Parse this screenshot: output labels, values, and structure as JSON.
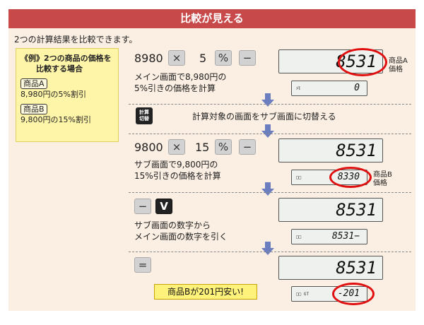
{
  "title": "比較が見える",
  "intro": "2つの計算結果を比較できます。",
  "example": {
    "head_line1": "《例》2つの商品の価格を",
    "head_line2": "比較する場合",
    "item_a_tag": "商品A",
    "item_a_desc": "8,980円の5%割引",
    "item_b_tag": "商品B",
    "item_b_desc": "9,800円の15%割引"
  },
  "step1": {
    "number": "8980",
    "key_times": "×",
    "percent_value": "5",
    "key_percent": "%",
    "key_minus": "−",
    "text_line1": "メイン画面で8,980円の",
    "text_line2": "5%引きの価格を計算",
    "main_display": "8531",
    "sub_display": "0",
    "sub_tag": "ﾒﾓ",
    "side_label_line1": "商品A",
    "side_label_line2": "価格"
  },
  "switch_step": {
    "icon_line1": "計算",
    "icon_line2": "切替",
    "text": "計算対象の画面をサブ画面に切替える"
  },
  "step2": {
    "number": "9800",
    "key_times": "×",
    "percent_value": "15",
    "key_percent": "%",
    "key_minus": "−",
    "text_line1": "サブ画面で9,800円の",
    "text_line2": "15%引きの価格を計算",
    "main_display": "8531",
    "sub_display": "8330",
    "sub_tag": "□□",
    "side_label_line1": "商品B",
    "side_label_line2": "価格"
  },
  "step3": {
    "key_minus": "−",
    "key_check": "V",
    "text_line1": "サブ画面の数字から",
    "text_line2": "メイン画面の数字を引く",
    "main_display": "8531",
    "sub_display": "8531−",
    "sub_tag": "□□"
  },
  "step4": {
    "key_equals": "=",
    "main_display": "8531",
    "sub_display": "-201",
    "sub_tag": "□□ GT",
    "callout": "商品Bが201円安い!"
  },
  "colors": {
    "title_bg": "#c8494a",
    "panel_bg": "#fbeee2",
    "example_bg": "#fff5a8",
    "arrow": "#6b7fc0",
    "highlight_ring": "#e01010",
    "callout_bg": "#fff27a"
  }
}
